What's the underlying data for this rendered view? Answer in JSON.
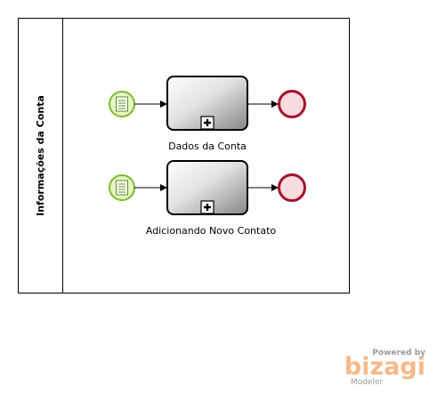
{
  "pool": {
    "lane_title": "Informações da Conta"
  },
  "processes": [
    {
      "task_label": "Dados da Conta"
    },
    {
      "task_label": "Adicionando Novo Contato"
    }
  ],
  "branding": {
    "powered_by": "Powered by",
    "logo_text": "bizagi",
    "product": "Modeler"
  },
  "colors": {
    "start_event_fill": "#e7f4c3",
    "start_event_stroke": "#7cb82f",
    "end_event_fill": "#f9dbe0",
    "end_event_stroke": "#a3132a",
    "task_gradient_light": "#ffffff",
    "task_gradient_dark": "#8c8c8c",
    "brand": "#f6b98a"
  },
  "icons": {
    "start_event_marker": "message-document-icon",
    "subprocess_marker": "plus-icon"
  }
}
